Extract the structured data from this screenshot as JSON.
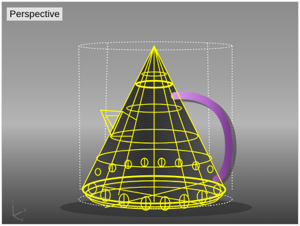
{
  "viewport": {
    "label": "Perspective"
  },
  "scene": {
    "object": "teapot-cone",
    "colors": {
      "wireframe": "#ffff00",
      "handle": "#c27ad4",
      "bounding_box": "#ffffff",
      "body_mesh": "#2a2a2a"
    }
  },
  "axes": {
    "x": "x",
    "y": "y",
    "z": "z"
  }
}
